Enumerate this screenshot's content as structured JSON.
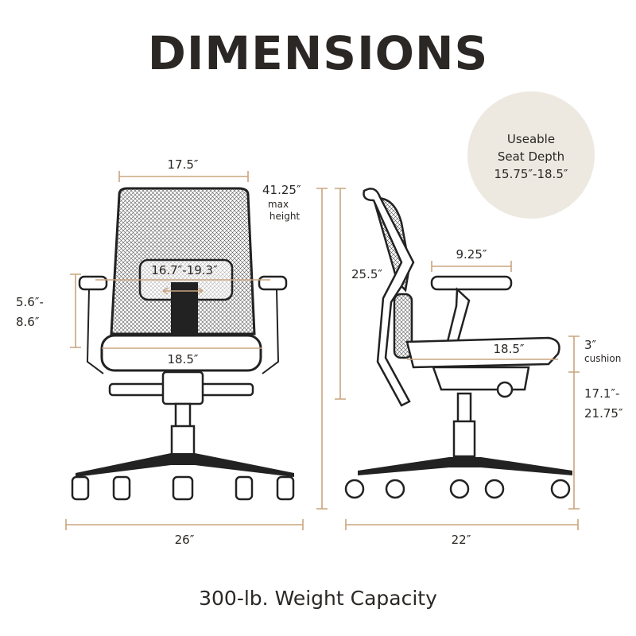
{
  "title": "DIMENSIONS",
  "footer": "300-lb. Weight Capacity",
  "colors": {
    "dimension_line": "#c9a57f",
    "bubble_fill": "#ede9e1",
    "ink": "#2a2724"
  },
  "badge": {
    "line1": "Useable",
    "line2": "Seat Depth",
    "line3": "15.75″-18.5″"
  },
  "front_view": {
    "back_width": "17.5″",
    "lumbar_range": "16.7″-19.3″",
    "arm_height_line1": "5.6″-",
    "arm_height_line2": "8.6″",
    "seat_width": "18.5″",
    "base_width": "26″",
    "total_height": "41.25″",
    "total_height_note1": "max",
    "total_height_note2": "height"
  },
  "side_view": {
    "back_height": "25.5″",
    "arm_length": "9.25″",
    "seat_depth": "18.5″",
    "cushion": "3″",
    "cushion_label": "cushion",
    "seat_height_line1": "17.1″-",
    "seat_height_line2": "21.75″",
    "base_depth": "22″"
  }
}
